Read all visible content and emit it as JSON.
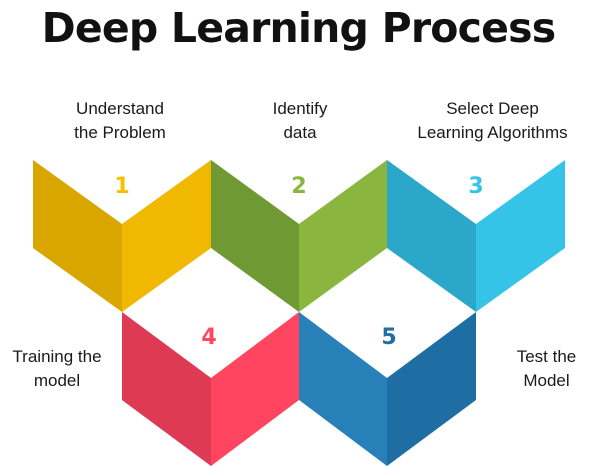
{
  "title": "Deep Learning Process",
  "steps": [
    {
      "number": "1",
      "line1": "Understand",
      "line2": "the Problem",
      "color": "#f0b800",
      "color_dark": "#d9a600",
      "number_color": "#f5c000"
    },
    {
      "number": "2",
      "line1": "Identify",
      "line2": "data",
      "color": "#8ab53e",
      "color_dark": "#6f9a33",
      "number_color": "#8ab53e"
    },
    {
      "number": "3",
      "line1": "Select Deep",
      "line2": "Learning Algorithms",
      "color": "#35c3e8",
      "color_dark": "#2aa7c9",
      "number_color": "#35c3e8"
    },
    {
      "number": "4",
      "line1": "Training the",
      "line2": "model",
      "color": "#ff4560",
      "color_dark": "#de3a54",
      "number_color": "#ff4560"
    },
    {
      "number": "5",
      "line1": "Test the",
      "line2": "Model",
      "color": "#2880b8",
      "color_dark": "#1f6ea3",
      "number_color": "#1f6ea3"
    }
  ]
}
